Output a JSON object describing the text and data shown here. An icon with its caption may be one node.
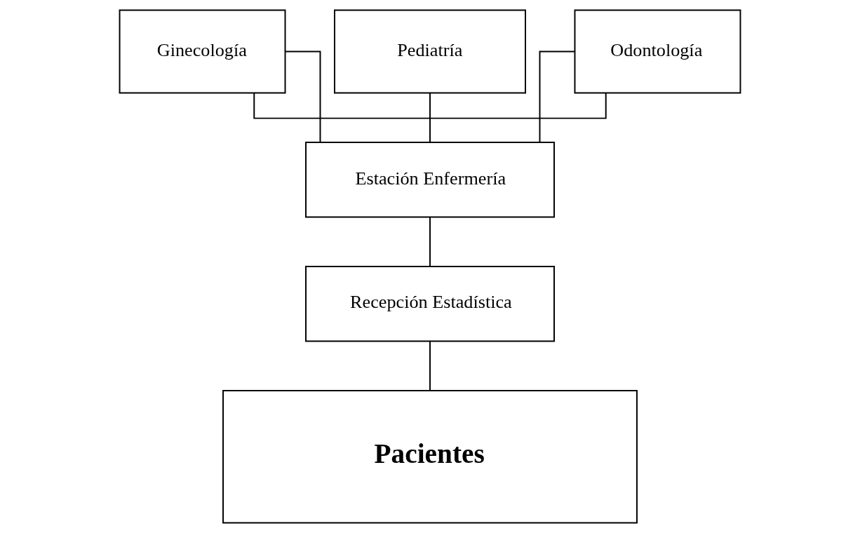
{
  "diagram": {
    "nodes": [
      {
        "text": [
          "Ginecología"
        ]
      },
      {
        "text": [
          "Pediatría"
        ]
      },
      {
        "text": [
          "Odontología"
        ]
      },
      {
        "text": [
          "Estación Enfermería"
        ]
      },
      {
        "text": [
          "Recepción Estadística"
        ]
      },
      {
        "text": [
          "Pacientes"
        ]
      }
    ],
    "edges": [
      {
        "from": 0,
        "to": 2,
        "arrow": "none"
      },
      {
        "from": 0,
        "to": 3,
        "arrow": "none"
      },
      {
        "from": 1,
        "to": 3,
        "arrow": "none"
      },
      {
        "from": 2,
        "to": 3,
        "arrow": "none"
      },
      {
        "from": 3,
        "to": 4,
        "arrow": "none"
      },
      {
        "from": 4,
        "to": 5,
        "arrow": "none"
      }
    ]
  }
}
